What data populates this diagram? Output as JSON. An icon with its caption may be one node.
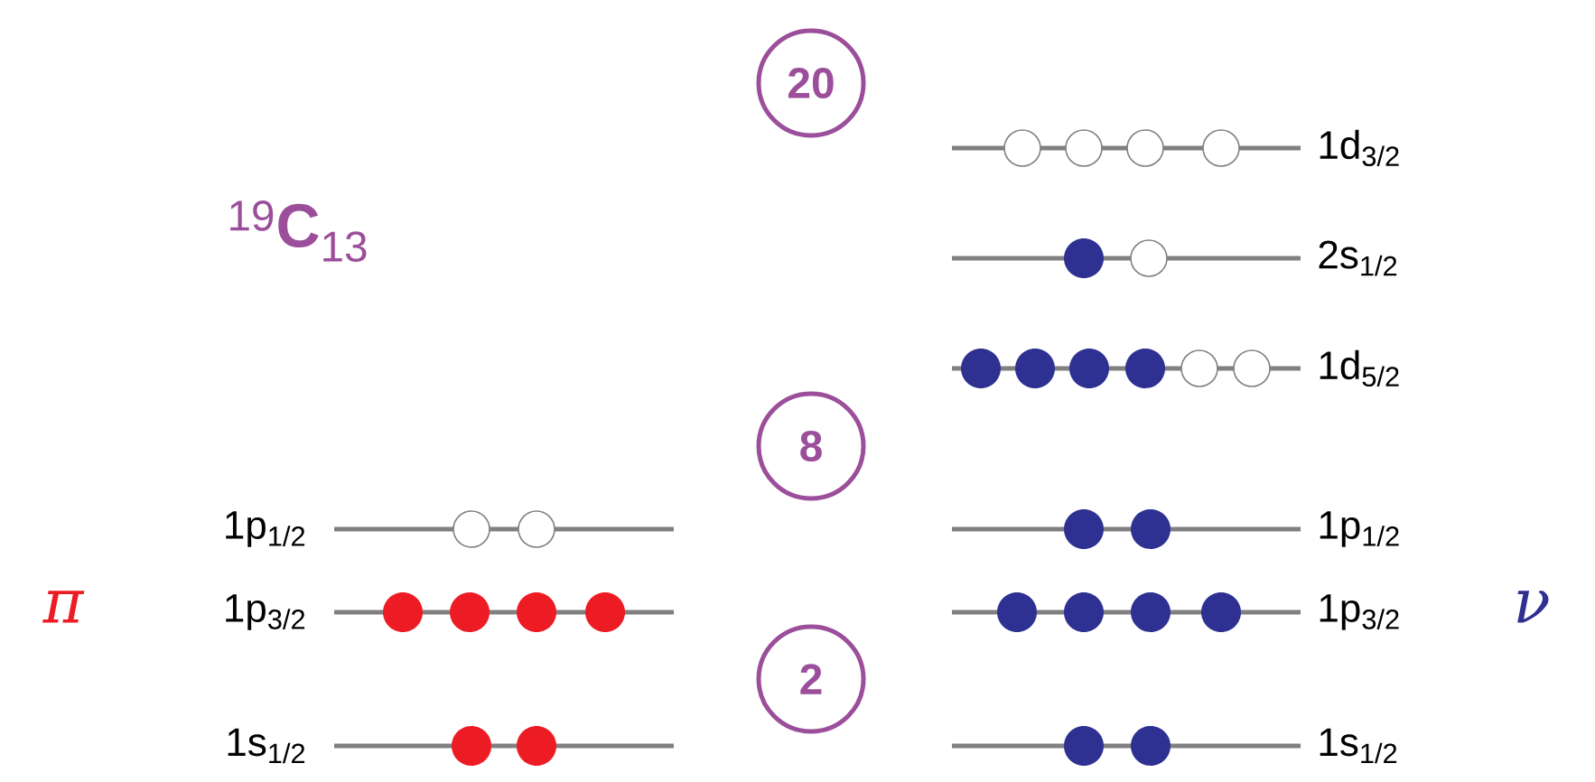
{
  "diagram": {
    "nodes": [
      {
        "text": [
          "20"
        ]
      },
      {
        "text": [],
        "shape": "bar",
        "beside": [
          "1d$_{3/2}$"
        ]
      },
      {
        "text": [],
        "shape": "bar",
        "beside": [
          "2s$_{1/2}$"
        ]
      },
      {
        "text": [],
        "shape": "bar",
        "beside": [
          "1d$_{5/2}$"
        ]
      },
      {
        "text": [
          "8"
        ]
      },
      {
        "text": [],
        "shape": "bar",
        "beside": [
          "1p$_{1/2}$"
        ]
      },
      {
        "text": [],
        "shape": "bar",
        "beside": [
          "1p$_{1/2}$"
        ]
      },
      {
        "text": [],
        "shape": "bar",
        "beside": [
          "1p$_{3/2}$"
        ]
      },
      {
        "text": [],
        "shape": "bar",
        "beside": [
          "1p$_{3/2}$"
        ]
      },
      {
        "text": [
          "2"
        ]
      },
      {
        "text": [],
        "shape": "bar",
        "beside": [
          "1s$_{1/2}$"
        ]
      },
      {
        "text": [],
        "shape": "bar",
        "beside": [
          "1s$_{1/2}$"
        ]
      }
    ],
    "labels": [
      "$^{19}$**C**$_{13}$",
      "π",
      "ν"
    ]
  }
}
